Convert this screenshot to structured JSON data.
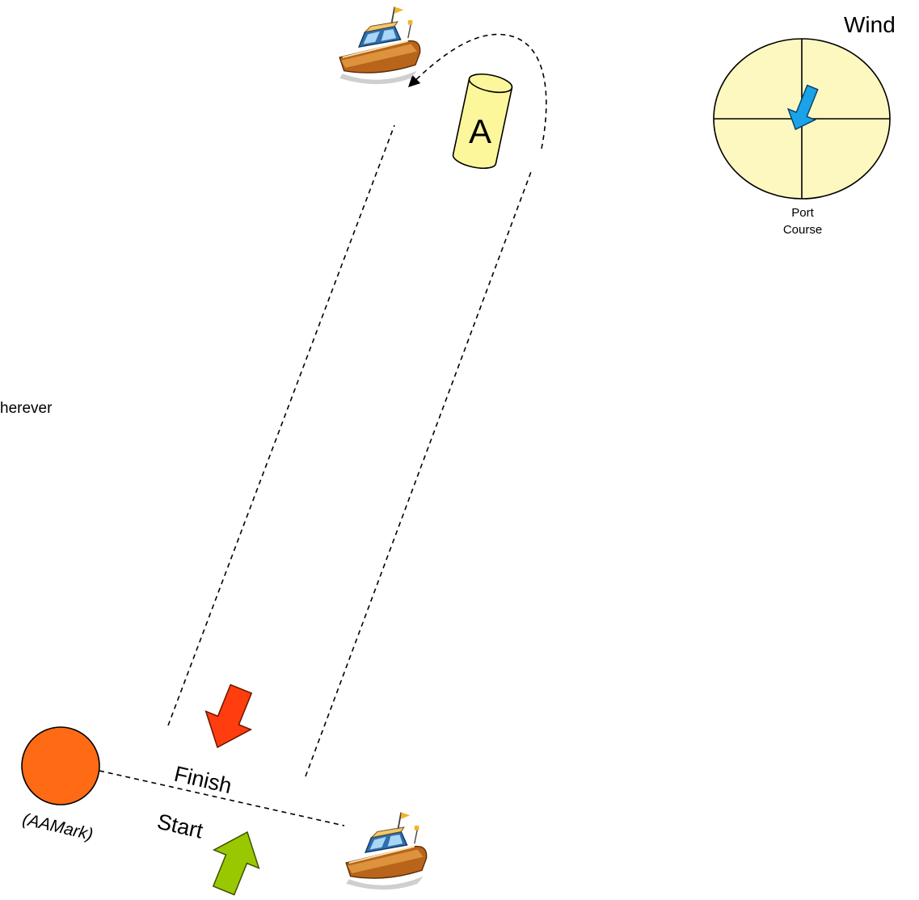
{
  "labels": {
    "wind": "Wind",
    "port": "Port",
    "course": "Course",
    "partial": "herever",
    "finish": "Finish",
    "start": "Start",
    "aa_mark": "(AAMark)",
    "mark_a": "A"
  },
  "colors": {
    "compass_fill": "#fdf8c0",
    "wind_arrow": "#1aa3e8",
    "mark_a_fill": "#fbf79a",
    "aa_mark_fill": "#ff6a14",
    "finish_arrow": "#ff3d0f",
    "start_arrow": "#9ac800",
    "boat_hull": "#b8641a",
    "boat_cabin": "#2f6fb0"
  },
  "icons": {
    "boat": "motorboat-icon",
    "wind_arrow": "wind-direction-arrow-icon"
  }
}
